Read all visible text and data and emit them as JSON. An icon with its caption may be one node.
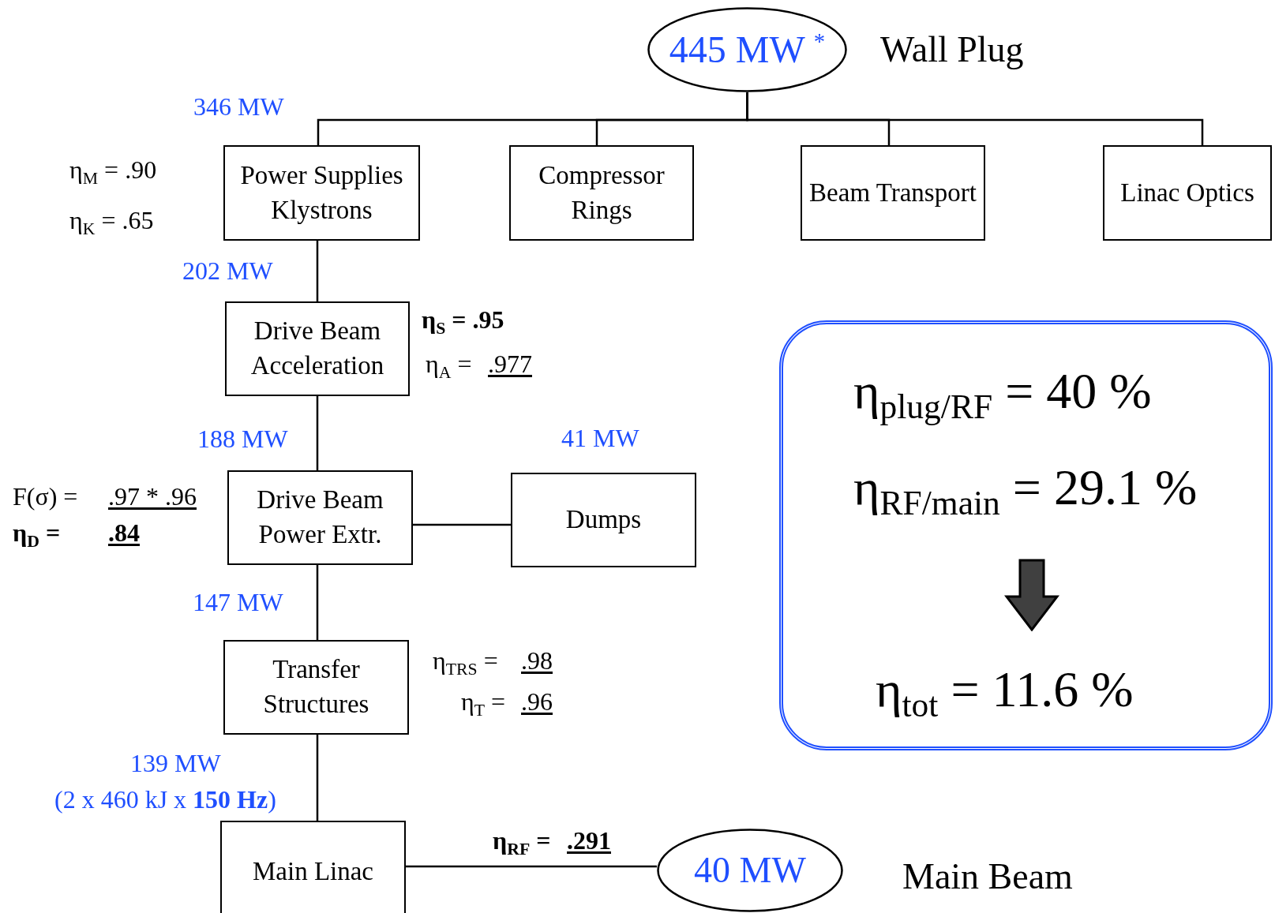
{
  "diagram": {
    "nodes": [
      {
        "text": [
          "445 MW $^{*}$"
        ],
        "beside": [
          "Wall Plug"
        ]
      },
      {
        "text": [
          "Power Supplies Klystrons"
        ]
      },
      {
        "text": [
          "Compressor Rings"
        ]
      },
      {
        "text": [
          "Beam Transport"
        ]
      },
      {
        "text": [
          "Linac Optics"
        ]
      },
      {
        "text": [
          "Drive Beam Acceleration"
        ]
      },
      {
        "text": [
          "Drive Beam Power Extr."
        ]
      },
      {
        "text": [
          "Dumps"
        ]
      },
      {
        "text": [
          "Transfer Structures"
        ]
      },
      {
        "text": [
          "Main Linac"
        ]
      },
      {
        "text": [
          "40 MW"
        ],
        "beside": [
          "Main Beam"
        ]
      },
      {
        "text": [
          "η$_{plug/RF}$ = 40 %",
          "η$_{RF/main}$ = 29.1 %",
          "η$_{tot}$ = 11.6 %"
        ]
      }
    ],
    "edges": [
      {
        "from": 0,
        "to": 1,
        "arrow": "none"
      },
      {
        "from": 0,
        "to": 2,
        "arrow": "none"
      },
      {
        "from": 0,
        "to": 3,
        "arrow": "none"
      },
      {
        "from": 0,
        "to": 4,
        "arrow": "none"
      },
      {
        "from": 1,
        "to": 5,
        "arrow": "none"
      },
      {
        "from": 5,
        "to": 6,
        "arrow": "none"
      },
      {
        "from": 6,
        "to": 7,
        "arrow": "none"
      },
      {
        "from": 6,
        "to": 8,
        "arrow": "none"
      },
      {
        "from": 8,
        "to": 9,
        "arrow": "none"
      },
      {
        "from": 9,
        "to": 10,
        "arrow": "none"
      }
    ],
    "labels": [
      "346 MW",
      "η$_{M}$ = .90",
      "η$_{K}$ = .65",
      "202 MW",
      "η$_{S}$ = .95",
      "η$_{A}$ =",
      ".977",
      "188 MW",
      "41 MW",
      "F(σ) =",
      ".97 * .96",
      "η$_{D}$ =",
      ".84",
      "147 MW",
      "η$_{TRS}$ =",
      ".98",
      "η$_{T}$ =",
      ".96",
      "139 MW",
      "(2 x 460 kJ x **150 Hz**)",
      "η$_{RF}$ =",
      ".291"
    ]
  }
}
